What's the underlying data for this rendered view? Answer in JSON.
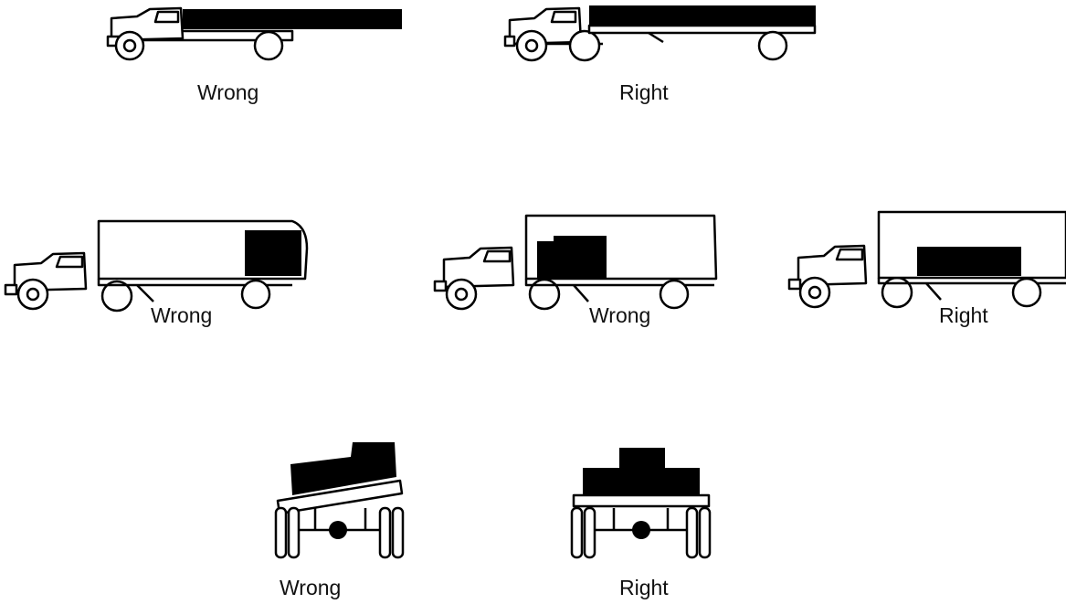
{
  "row1": {
    "left_caption": "Wrong",
    "right_caption": "Right"
  },
  "row2": {
    "left_caption": "Wrong",
    "middle_caption": "Wrong",
    "right_caption": "Right"
  },
  "row3": {
    "left_caption": "Wrong",
    "right_caption": "Right"
  },
  "colors": {
    "ink": "#000000",
    "paper": "#ffffff"
  }
}
